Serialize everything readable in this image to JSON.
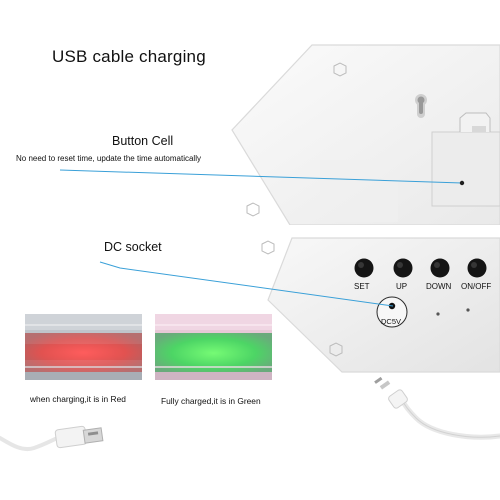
{
  "title": "USB cable charging",
  "callouts": {
    "button_cell": {
      "label": "Button Cell",
      "description": "No need to reset time, update the time automatically"
    },
    "dc_socket": {
      "label": "DC socket"
    }
  },
  "device": {
    "buttons": [
      {
        "label": "SET"
      },
      {
        "label": "UP"
      },
      {
        "label": "DOWN"
      },
      {
        "label": "ON/OFF"
      }
    ],
    "port_label": "DC5V"
  },
  "indicators": {
    "charging": {
      "caption": "when charging,it is in Red",
      "color": "#e85a5a"
    },
    "charged": {
      "caption": "Fully charged,it is in Green",
      "color": "#55d07a"
    }
  },
  "colors": {
    "callout_line": "#3aa0d8",
    "device_body": "#f4f4f4",
    "device_edge": "#dadada"
  }
}
